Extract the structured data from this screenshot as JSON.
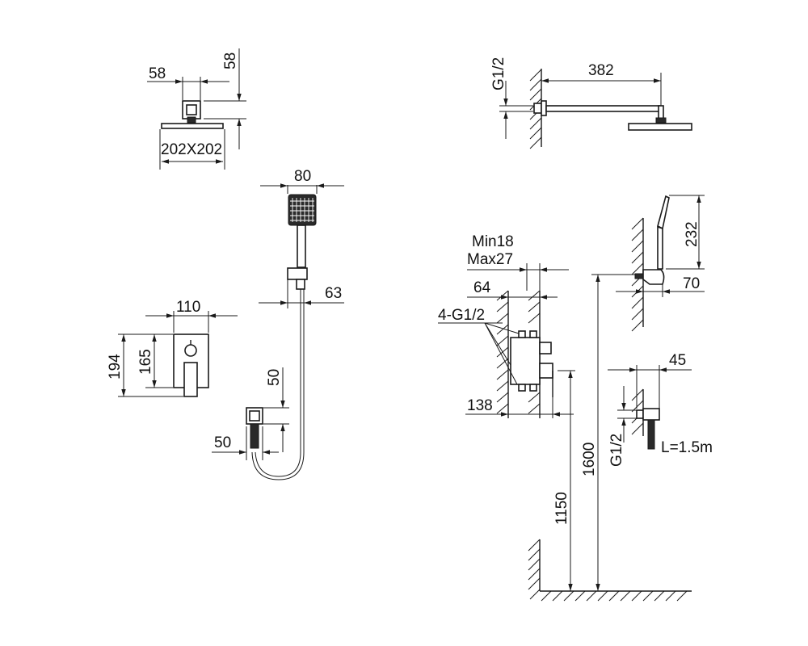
{
  "labels": {
    "head_w": "58",
    "head_h": "58",
    "head_size": "202X202",
    "arm_thread": "G1/2",
    "arm_len": "382",
    "hand_w": "80",
    "hand_h_off": "63",
    "valve_w": "110",
    "valve_h_outer": "194",
    "valve_h_inner": "165",
    "outlet_h": "50",
    "outlet_w": "50",
    "depth_min": "Min18",
    "depth_max": "Max27",
    "depth_64": "64",
    "ports": "4-G1/2",
    "depth_138": "138",
    "height_1600": "1600",
    "height_1150": "1150",
    "holder_h": "232",
    "holder_off": "70",
    "elbow_w": "45",
    "elbow_thread": "G1/2",
    "hose_len": "L=1.5m"
  }
}
